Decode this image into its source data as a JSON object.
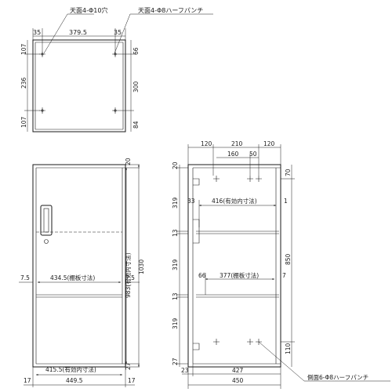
{
  "top_view": {
    "callout_holes": "天面4-Φ10穴",
    "callout_punch": "天面4-Φ8ハーフパンチ",
    "dims_top": [
      "35",
      "379.5",
      "35"
    ],
    "dims_left": [
      "107",
      "236",
      "107"
    ],
    "dims_right": [
      "66",
      "300",
      "84"
    ]
  },
  "front_view": {
    "dim_top_right": "20",
    "dim_height": "1030",
    "dim_inner_height": "983(有効内寸法)",
    "shelf_width": "434.5(棚板寸法)",
    "shelf_gap_left": "7.5",
    "shelf_gap_right": "7.5",
    "inner_width": "415.5(有効内寸法)",
    "dim_bottom_right": "27",
    "bottom_dims": [
      "17",
      "449.5",
      "17"
    ]
  },
  "side_view": {
    "top_dims": [
      "120",
      "210",
      "120"
    ],
    "top_subdims": [
      "160",
      "50"
    ],
    "left_dims": [
      "20",
      "319",
      "13",
      "319",
      "13",
      "319",
      "27"
    ],
    "right_dims": [
      "70",
      "850",
      "110"
    ],
    "inner_depth": "416(有効内寸法)",
    "inner_depth_left": "33",
    "inner_depth_right": "1",
    "shelf_depth": "377(棚板寸法)",
    "shelf_left": "66",
    "shelf_right": "7",
    "bottom_inner": "427",
    "bottom_left": "23",
    "bottom_total": "450",
    "callout_side": "側面6-Φ8ハーフパンチ"
  }
}
